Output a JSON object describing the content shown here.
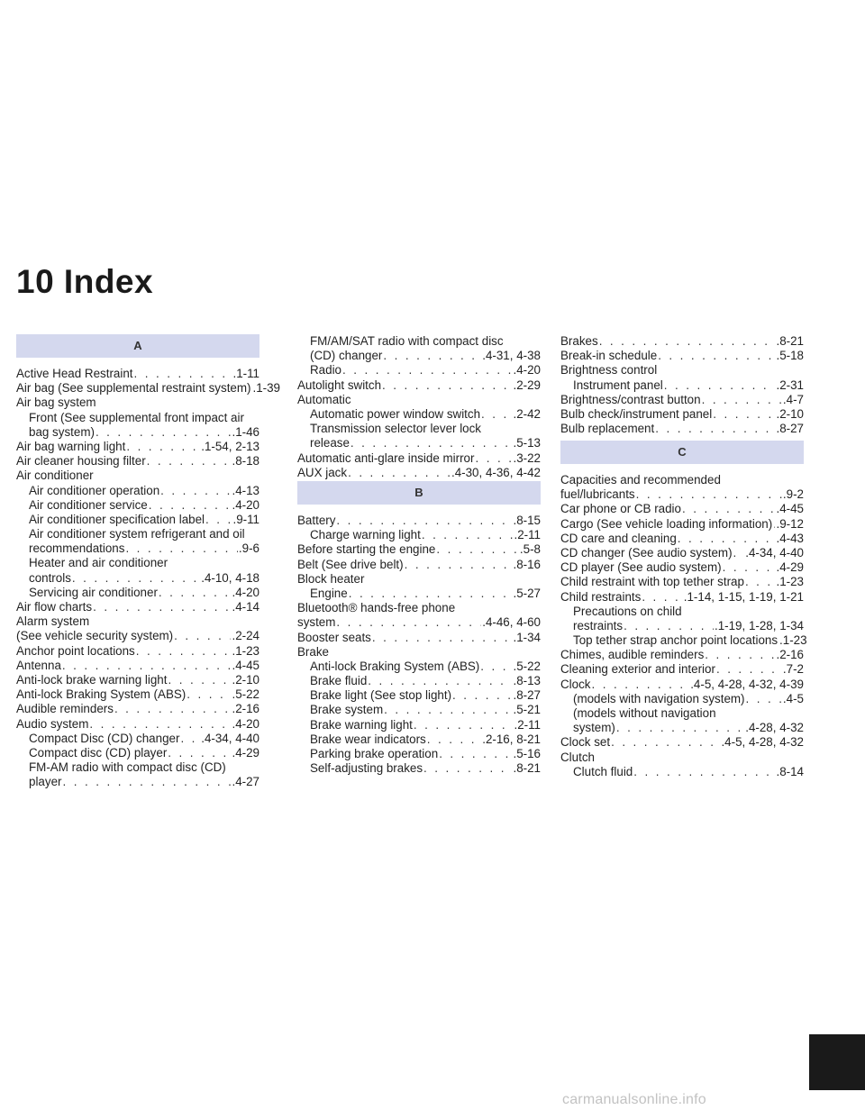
{
  "page_title": "10 Index",
  "watermark": "carmanualsonline.info",
  "columns": [
    {
      "sections": [
        {
          "letter": "A",
          "entries": [
            {
              "t": "Active Head Restraint",
              "p": ".1-11",
              "i": 0
            },
            {
              "t": "Air bag (See supplemental restraint system)",
              "p": ".1-39",
              "i": 0
            },
            {
              "t": "Air bag system",
              "p": "",
              "i": 0
            },
            {
              "t": "Front (See supplemental front impact air",
              "p": "",
              "i": 1
            },
            {
              "t": "bag system)",
              "p": ".1-46",
              "i": 1
            },
            {
              "t": "Air bag warning light",
              "p": ".1-54, 2-13",
              "i": 0
            },
            {
              "t": "Air cleaner housing filter",
              "p": ".8-18",
              "i": 0
            },
            {
              "t": "Air conditioner",
              "p": "",
              "i": 0
            },
            {
              "t": "Air conditioner operation",
              "p": ".4-13",
              "i": 1
            },
            {
              "t": "Air conditioner service",
              "p": ".4-20",
              "i": 1
            },
            {
              "t": "Air conditioner specification label",
              "p": ".9-11",
              "i": 1
            },
            {
              "t": "Air conditioner system refrigerant and oil",
              "p": "",
              "i": 1
            },
            {
              "t": "recommendations",
              "p": ".9-6",
              "i": 1
            },
            {
              "t": "Heater and air conditioner",
              "p": "",
              "i": 1
            },
            {
              "t": "controls",
              "p": ".4-10, 4-18",
              "i": 1
            },
            {
              "t": "Servicing air conditioner",
              "p": ".4-20",
              "i": 1
            },
            {
              "t": "Air flow charts",
              "p": ".4-14",
              "i": 0
            },
            {
              "t": "Alarm system",
              "p": "",
              "i": 0
            },
            {
              "t": "(See vehicle security system)",
              "p": ".2-24",
              "i": 0
            },
            {
              "t": "Anchor point locations",
              "p": ".1-23",
              "i": 0
            },
            {
              "t": "Antenna",
              "p": ".4-45",
              "i": 0
            },
            {
              "t": "Anti-lock brake warning light",
              "p": ".2-10",
              "i": 0
            },
            {
              "t": "Anti-lock Braking System (ABS)",
              "p": ".5-22",
              "i": 0
            },
            {
              "t": "Audible reminders",
              "p": ".2-16",
              "i": 0
            },
            {
              "t": "Audio system",
              "p": ".4-20",
              "i": 0
            },
            {
              "t": "Compact Disc (CD) changer",
              "p": ".4-34, 4-40",
              "i": 1
            },
            {
              "t": "Compact disc (CD) player",
              "p": ".4-29",
              "i": 1
            },
            {
              "t": "FM-AM radio with compact disc (CD)",
              "p": "",
              "i": 1
            },
            {
              "t": "player",
              "p": ".4-27",
              "i": 1
            }
          ]
        }
      ]
    },
    {
      "sections": [
        {
          "letter": "",
          "entries": [
            {
              "t": "FM/AM/SAT radio with compact disc",
              "p": "",
              "i": 1
            },
            {
              "t": "(CD) changer",
              "p": ".4-31, 4-38",
              "i": 1
            },
            {
              "t": "Radio",
              "p": ".4-20",
              "i": 1
            },
            {
              "t": "Autolight switch",
              "p": ".2-29",
              "i": 0
            },
            {
              "t": "Automatic",
              "p": "",
              "i": 0
            },
            {
              "t": "Automatic power window switch",
              "p": ".2-42",
              "i": 1
            },
            {
              "t": "Transmission selector lever lock",
              "p": "",
              "i": 1
            },
            {
              "t": "release",
              "p": ".5-13",
              "i": 1
            },
            {
              "t": "Automatic anti-glare inside mirror",
              "p": ".3-22",
              "i": 0
            },
            {
              "t": "AUX jack",
              "p": ".4-30, 4-36, 4-42",
              "i": 0
            }
          ]
        },
        {
          "letter": "B",
          "entries": [
            {
              "t": "Battery",
              "p": ".8-15",
              "i": 0
            },
            {
              "t": "Charge warning light",
              "p": ".2-11",
              "i": 1
            },
            {
              "t": "Before starting the engine",
              "p": ".5-8",
              "i": 0
            },
            {
              "t": "Belt (See drive belt)",
              "p": ".8-16",
              "i": 0
            },
            {
              "t": "Block heater",
              "p": "",
              "i": 0
            },
            {
              "t": "Engine",
              "p": ".5-27",
              "i": 1
            },
            {
              "t": "Bluetooth® hands-free phone",
              "p": "",
              "i": 0
            },
            {
              "t": "system",
              "p": ".4-46, 4-60",
              "i": 0
            },
            {
              "t": "Booster seats",
              "p": ".1-34",
              "i": 0
            },
            {
              "t": "Brake",
              "p": "",
              "i": 0
            },
            {
              "t": "Anti-lock Braking System (ABS)",
              "p": ".5-22",
              "i": 1
            },
            {
              "t": "Brake fluid",
              "p": ".8-13",
              "i": 1
            },
            {
              "t": "Brake light (See stop light)",
              "p": ".8-27",
              "i": 1
            },
            {
              "t": "Brake system",
              "p": ".5-21",
              "i": 1
            },
            {
              "t": "Brake warning light",
              "p": ".2-11",
              "i": 1
            },
            {
              "t": "Brake wear indicators",
              "p": ".2-16, 8-21",
              "i": 1
            },
            {
              "t": "Parking brake operation",
              "p": ".5-16",
              "i": 1
            },
            {
              "t": "Self-adjusting brakes",
              "p": ".8-21",
              "i": 1
            }
          ]
        }
      ]
    },
    {
      "sections": [
        {
          "letter": "",
          "entries": [
            {
              "t": "Brakes",
              "p": ".8-21",
              "i": 0
            },
            {
              "t": "Break-in schedule",
              "p": ".5-18",
              "i": 0
            },
            {
              "t": "Brightness control",
              "p": "",
              "i": 0
            },
            {
              "t": "Instrument panel",
              "p": ".2-31",
              "i": 1
            },
            {
              "t": "Brightness/contrast button",
              "p": ".4-7",
              "i": 0
            },
            {
              "t": "Bulb check/instrument panel",
              "p": ".2-10",
              "i": 0
            },
            {
              "t": "Bulb replacement",
              "p": ".8-27",
              "i": 0
            }
          ]
        },
        {
          "letter": "C",
          "entries": [
            {
              "t": "Capacities and recommended",
              "p": "",
              "i": 0
            },
            {
              "t": "fuel/lubricants",
              "p": ".9-2",
              "i": 0
            },
            {
              "t": "Car phone or CB radio",
              "p": ".4-45",
              "i": 0
            },
            {
              "t": "Cargo (See vehicle loading information)",
              "p": ".9-12",
              "i": 0
            },
            {
              "t": "CD care and cleaning",
              "p": ".4-43",
              "i": 0
            },
            {
              "t": "CD changer (See audio system)",
              "p": ".4-34, 4-40",
              "i": 0
            },
            {
              "t": "CD player (See audio system)",
              "p": ".4-29",
              "i": 0
            },
            {
              "t": "Child restraint with top tether strap",
              "p": ".1-23",
              "i": 0
            },
            {
              "t": "Child restraints",
              "p": ".1-14, 1-15, 1-19, 1-21",
              "i": 0
            },
            {
              "t": "Precautions on child",
              "p": "",
              "i": 1
            },
            {
              "t": "restraints",
              "p": ".1-19, 1-28, 1-34",
              "i": 1
            },
            {
              "t": "Top tether strap anchor point locations",
              "p": ".1-23",
              "i": 1
            },
            {
              "t": "Chimes, audible reminders",
              "p": ".2-16",
              "i": 0
            },
            {
              "t": "Cleaning exterior and interior",
              "p": ".7-2",
              "i": 0
            },
            {
              "t": "Clock",
              "p": ".4-5, 4-28, 4-32, 4-39",
              "i": 0
            },
            {
              "t": "(models with navigation system)",
              "p": ".4-5",
              "i": 1
            },
            {
              "t": "(models without navigation",
              "p": "",
              "i": 1
            },
            {
              "t": "system)",
              "p": ".4-28, 4-32",
              "i": 1
            },
            {
              "t": "Clock set",
              "p": ".4-5, 4-28, 4-32",
              "i": 0
            },
            {
              "t": "Clutch",
              "p": "",
              "i": 0
            },
            {
              "t": "Clutch fluid",
              "p": ".8-14",
              "i": 1
            }
          ]
        }
      ]
    }
  ]
}
